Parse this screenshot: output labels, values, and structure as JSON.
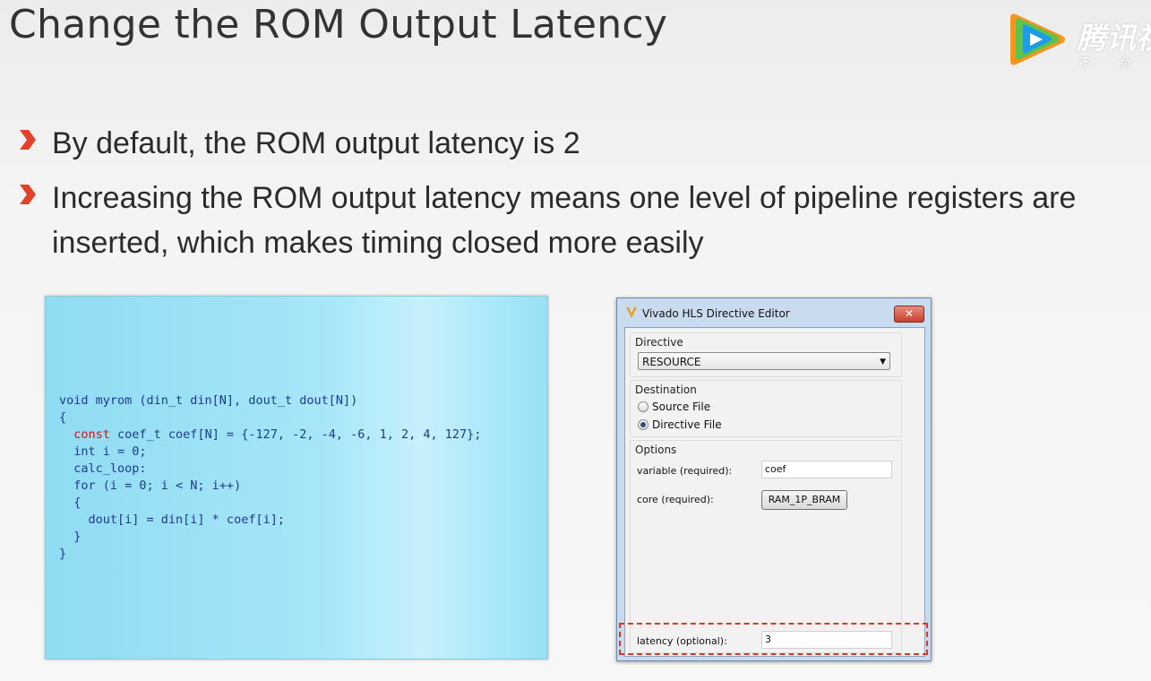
{
  "slide": {
    "title": "Change the ROM Output Latency",
    "bullets": [
      "By default, the ROM output latency is 2",
      "Increasing the ROM output latency means one level of pipeline registers are inserted, which makes timing closed more easily"
    ]
  },
  "logo": {
    "text": "腾讯视",
    "sub": "不 负 好"
  },
  "code": {
    "lines": [
      {
        "pre": "void myrom (din_t din[N], dout_t dout[N])",
        "kw": "",
        "post": ""
      },
      {
        "pre": "{",
        "kw": "",
        "post": ""
      },
      {
        "pre": "  ",
        "kw": "const",
        "post": " coef_t coef[N] = {-127, -2, -4, -6, 1, 2, 4, 127};"
      },
      {
        "pre": "  int i = 0;",
        "kw": "",
        "post": ""
      },
      {
        "pre": "  calc_loop:",
        "kw": "",
        "post": ""
      },
      {
        "pre": "  for (i = 0; i < N; i++)",
        "kw": "",
        "post": ""
      },
      {
        "pre": "  {",
        "kw": "",
        "post": ""
      },
      {
        "pre": "    dout[i] = din[i] * coef[i];",
        "kw": "",
        "post": ""
      },
      {
        "pre": "  }",
        "kw": "",
        "post": ""
      },
      {
        "pre": "}",
        "kw": "",
        "post": ""
      }
    ]
  },
  "dialog": {
    "title": "Vivado HLS Directive Editor",
    "close": "✕",
    "directive_label": "Directive",
    "directive_value": "RESOURCE",
    "destination_label": "Destination",
    "source_file": "Source File",
    "directive_file": "Directive File",
    "options_label": "Options",
    "variable_label": "variable (required):",
    "variable_value": "coef",
    "core_label": "core (required):",
    "core_value": "RAM_1P_BRAM",
    "latency_label": "latency (optional):",
    "latency_value": "3"
  },
  "colors": {
    "accent": "#d8382c",
    "code_text": "#1e3a8a",
    "keyword": "#c0181f"
  }
}
